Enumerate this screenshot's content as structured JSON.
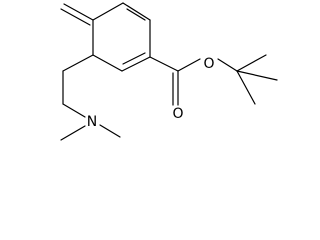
{
  "molecule": {
    "atom_labels": {
      "ester_oxygen": "O",
      "carbonyl_oxygen": "O",
      "amine_nitrogen": "N"
    }
  },
  "colors": {
    "bond": "#000000",
    "background": "#ffffff"
  }
}
